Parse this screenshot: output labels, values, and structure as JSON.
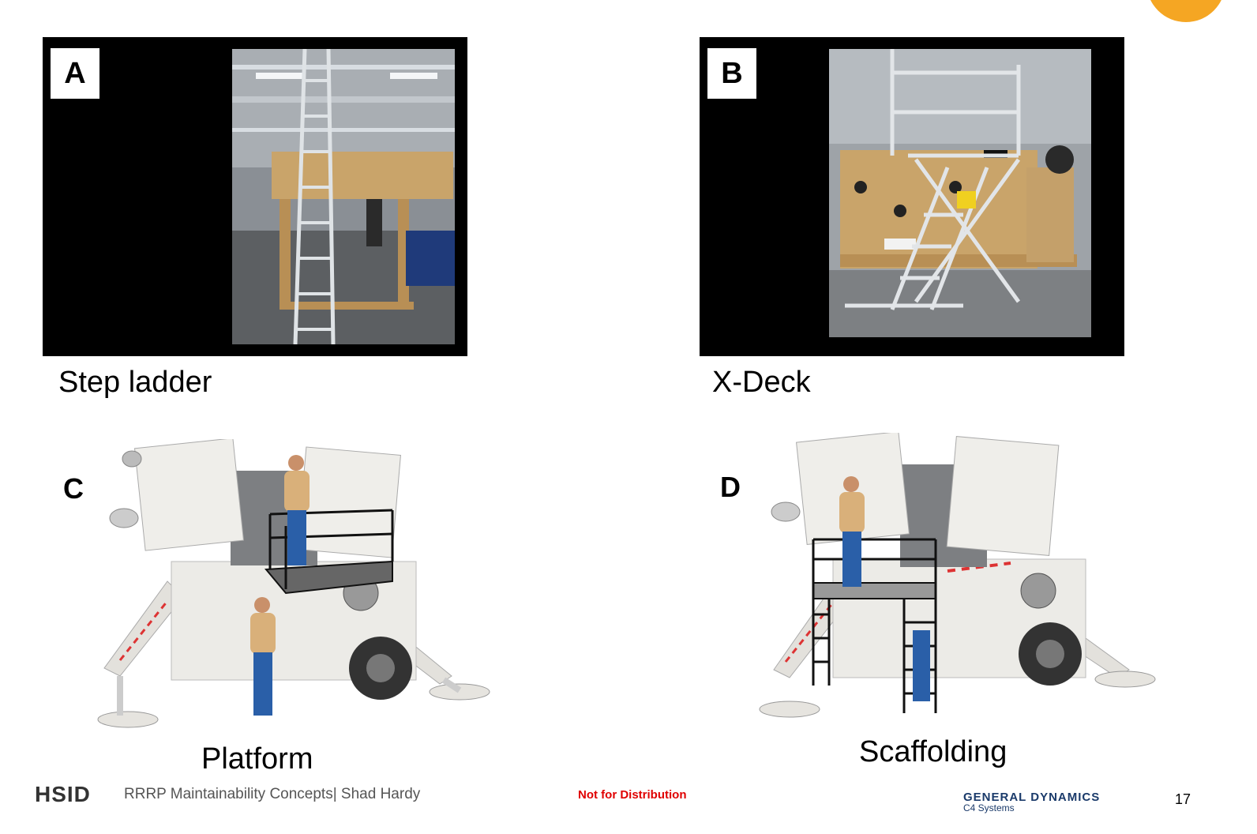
{
  "panels": {
    "a": {
      "letter": "A",
      "caption": "Step ladder"
    },
    "b": {
      "letter": "B",
      "caption": "X-Deck"
    },
    "c": {
      "letter": "C",
      "caption": "Platform"
    },
    "d": {
      "letter": "D",
      "caption": "Scaffolding"
    }
  },
  "footer": {
    "org_logo": "HSID",
    "project_text": "RRRP Maintainability Concepts|  Shad Hardy",
    "notice": "Not for Distribution",
    "company_name": "GENERAL DYNAMICS",
    "company_sub": "C4 Systems",
    "page_number": "17"
  },
  "colors": {
    "accent_orange": "#f5a623",
    "notice_red": "#e00000",
    "company_blue": "#1a3a6a"
  }
}
